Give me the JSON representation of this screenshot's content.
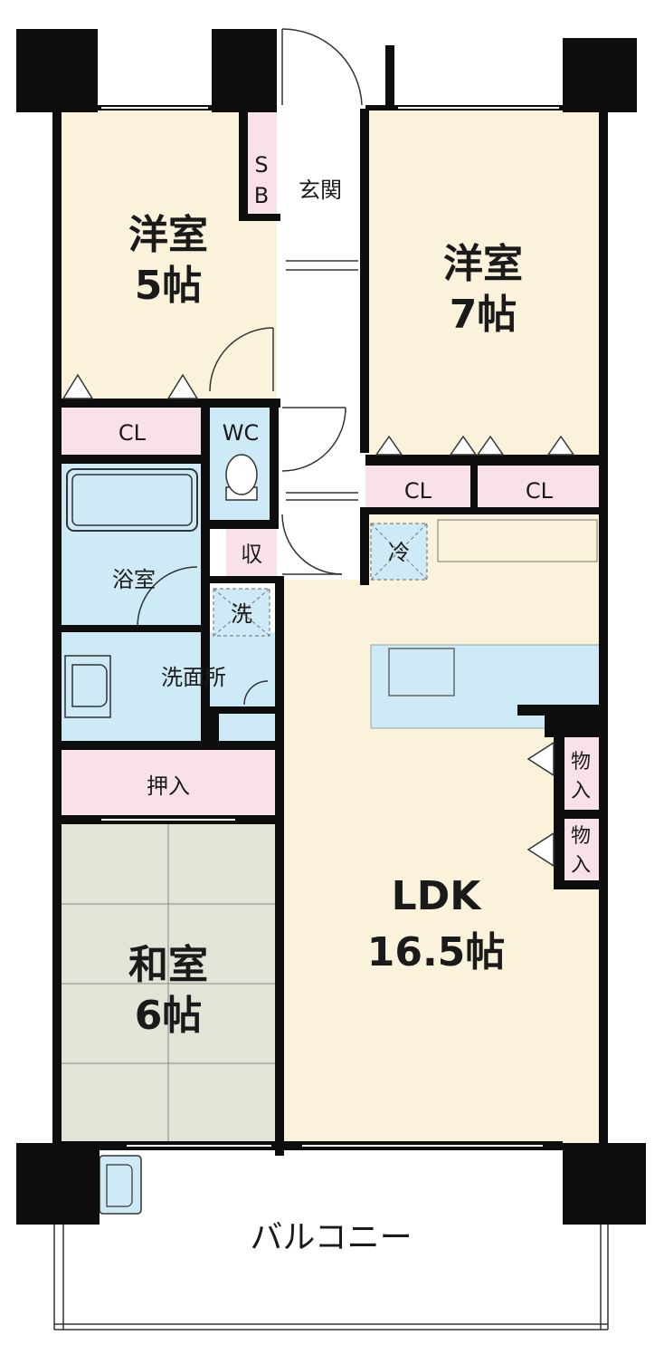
{
  "rooms": {
    "western_5": {
      "name": "洋室",
      "size": "5帖"
    },
    "western_7": {
      "name": "洋室",
      "size": "7帖"
    },
    "japanese_6": {
      "name": "和室",
      "size": "6帖"
    },
    "ldk": {
      "name": "LDK",
      "size": "16.5帖"
    }
  },
  "labels": {
    "shoe_box_s": "S",
    "shoe_box_b": "B",
    "entrance": "玄関",
    "closet_1": "CL",
    "closet_2": "CL",
    "closet_3": "CL",
    "wc": "WC",
    "storage": "収",
    "bathroom": "浴室",
    "washer": "洗",
    "washroom": "洗面所",
    "oshiire": "押入",
    "fridge": "冷",
    "storeroom_1a": "物",
    "storeroom_1b": "入",
    "storeroom_2a": "物",
    "storeroom_2b": "入",
    "balcony": "バルコニー"
  },
  "colors": {
    "wall": "#0d0d0d",
    "room_floor": "#fbf2dc",
    "closet": "#f9e1ea",
    "wet_area": "#cdeaf6",
    "tatami": "#e0e5d7",
    "hall": "#ffffff"
  }
}
